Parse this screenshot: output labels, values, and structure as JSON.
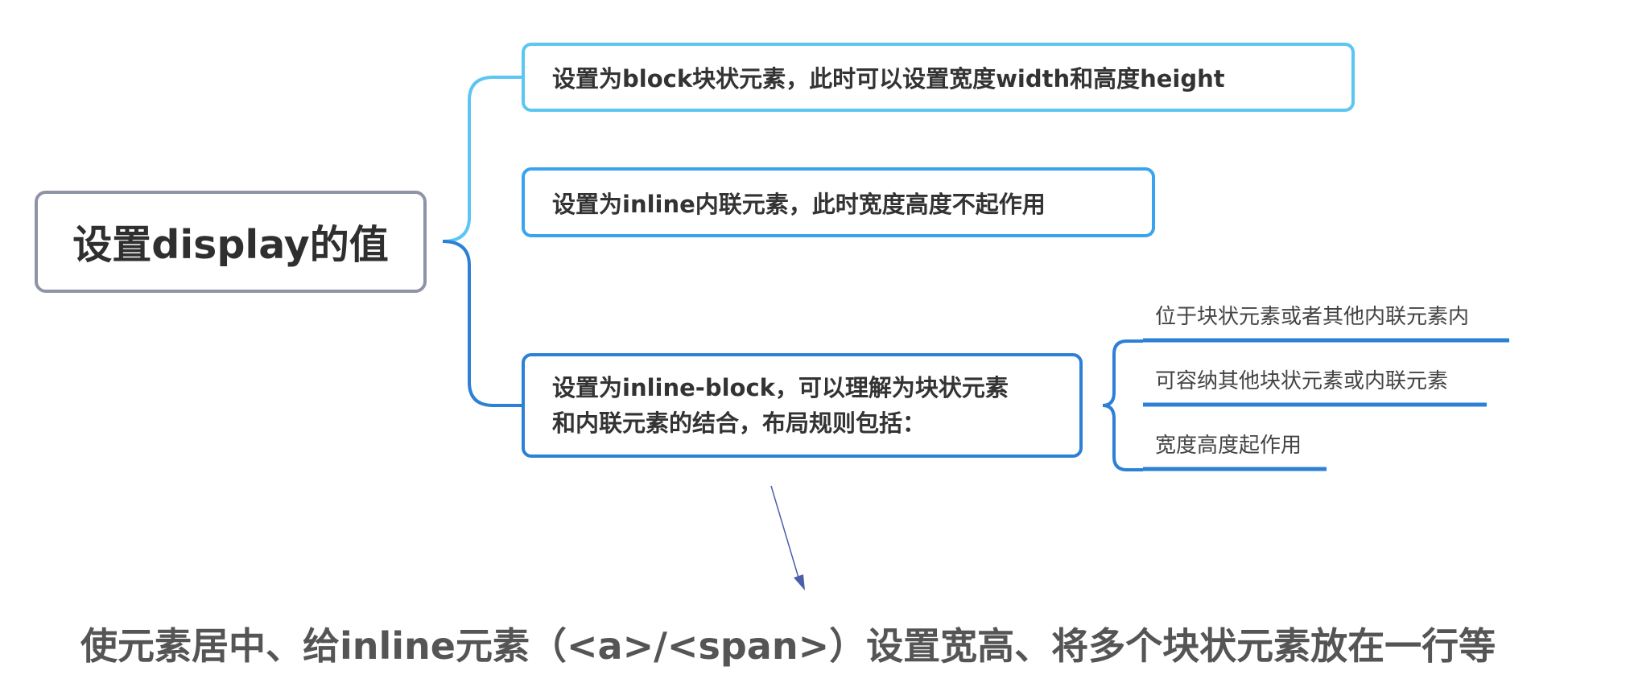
{
  "root": {
    "label": "设置display的值",
    "border_color": "#8e93a6"
  },
  "children": [
    {
      "label": "设置为block块状元素，此时可以设置宽度width和高度height",
      "border_color": "#5cc6f2"
    },
    {
      "label": "设置为inline内联元素，此时宽度高度不起作用",
      "border_color": "#3aa3ee"
    },
    {
      "label_lines": [
        "设置为inline-block，可以理解为块状元素",
        "和内联元素的结合，布局规则包括："
      ],
      "border_color": "#2c80d6",
      "leaves": [
        {
          "label": "位于块状元素或者其他内联元素内"
        },
        {
          "label": "可容纳其他块状元素或内联元素"
        },
        {
          "label": "宽度高度起作用"
        }
      ]
    }
  ],
  "annotation": {
    "text": "使元素居中、给inline元素（<a>/<span>）设置宽高、将多个块状元素放在一行等",
    "arrow_color": "#4a5fa8"
  }
}
